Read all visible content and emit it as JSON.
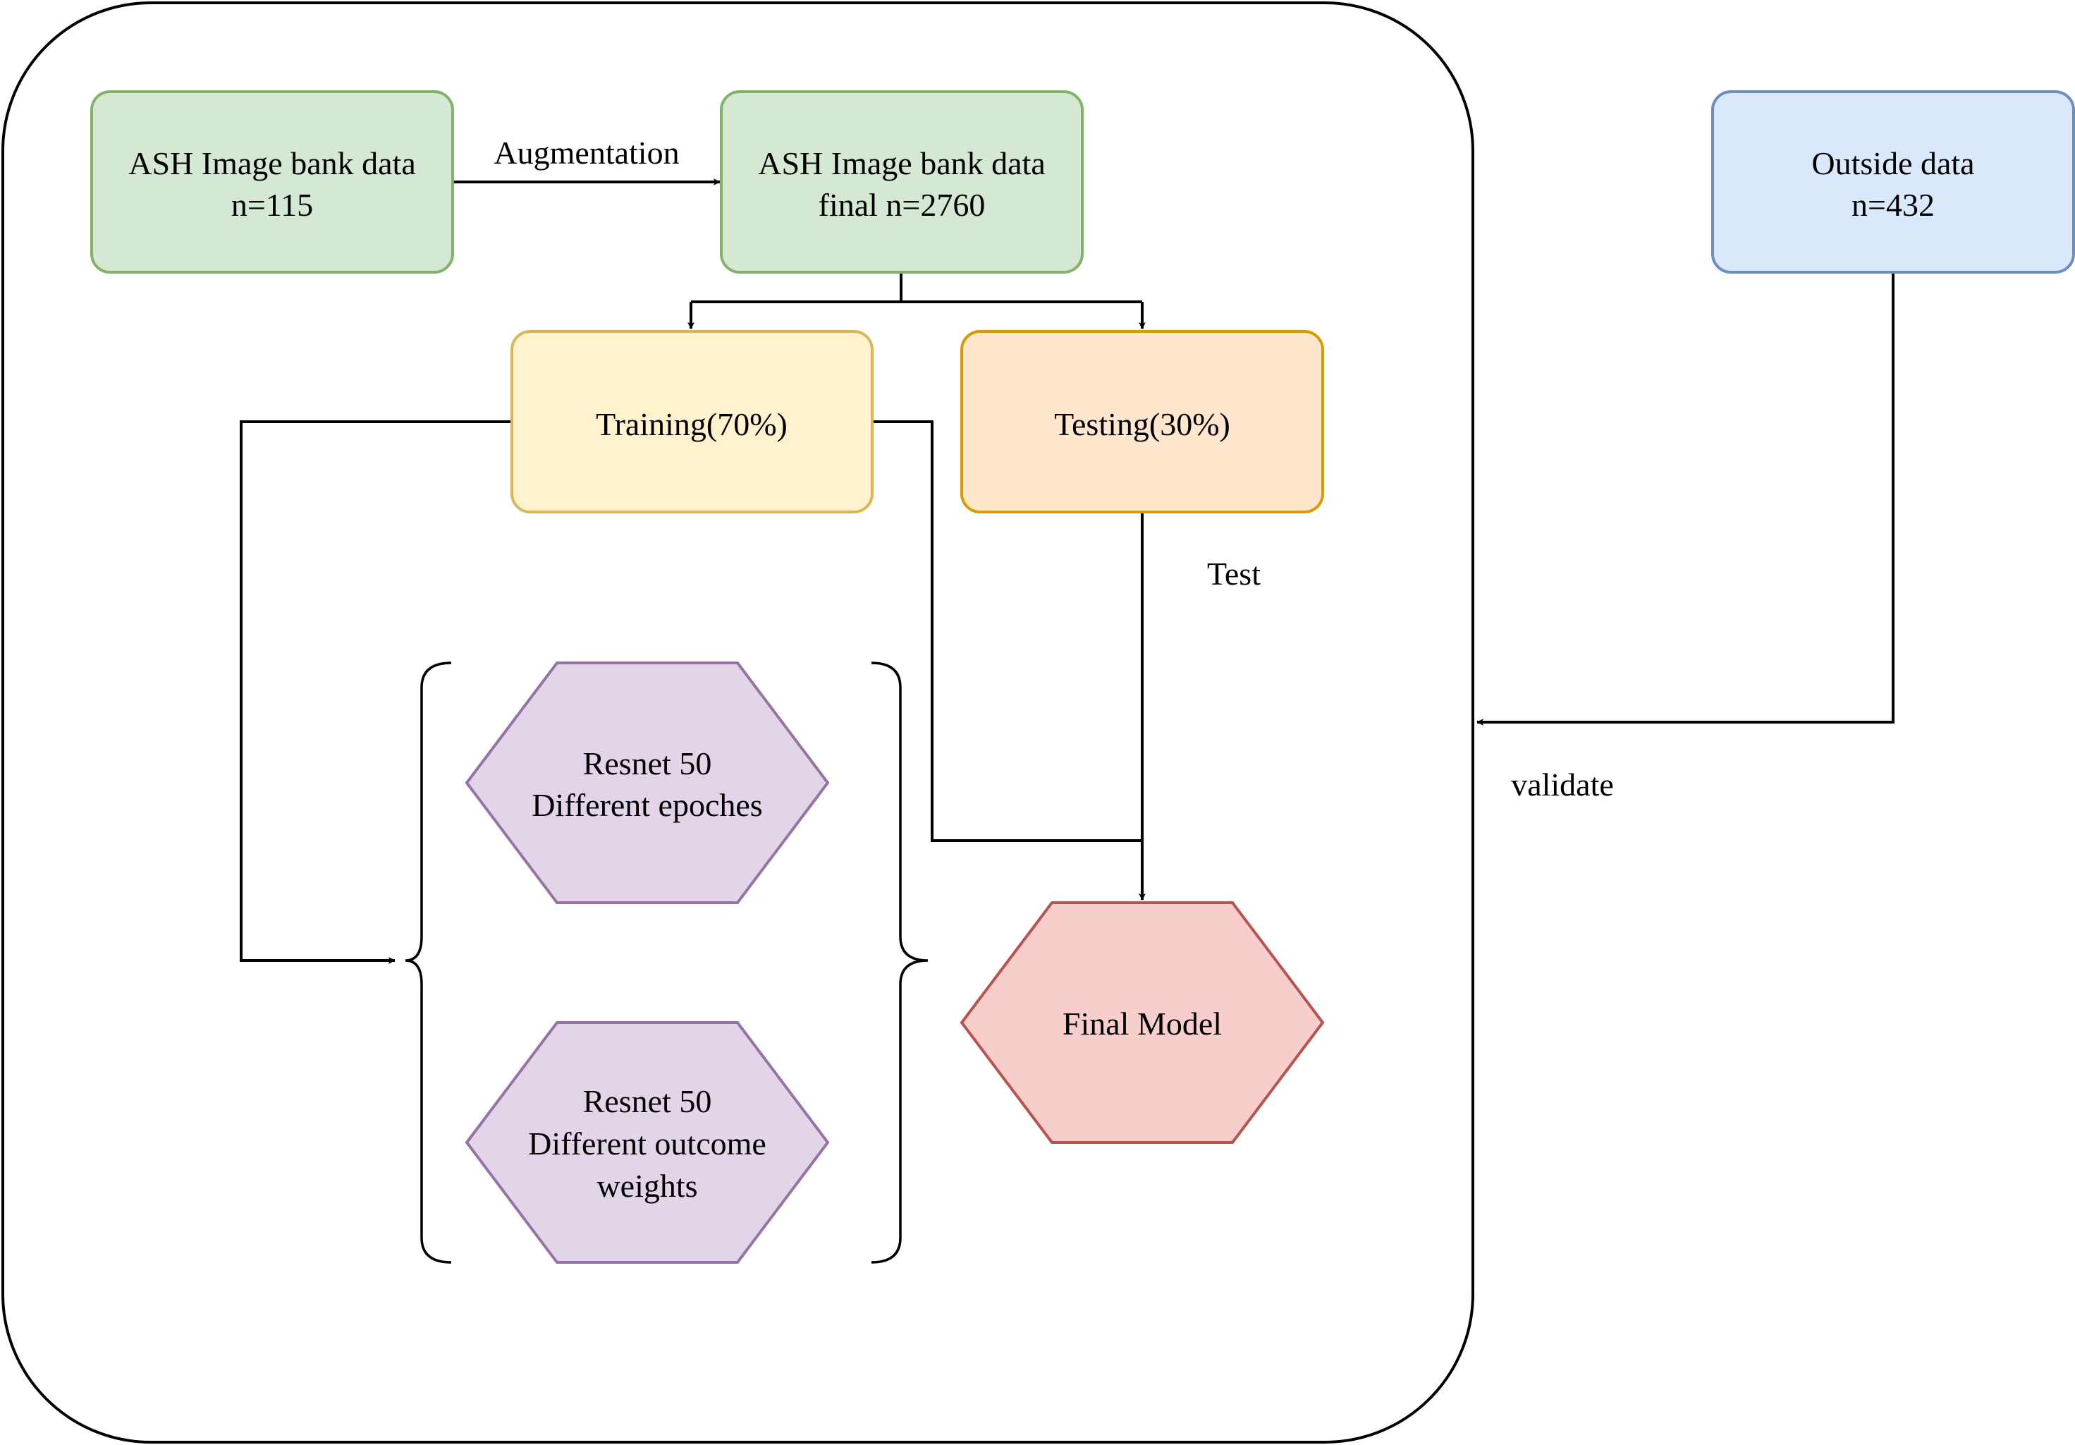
{
  "container": {
    "name": "main-workflow-frame"
  },
  "nodes": {
    "ash_raw": {
      "line1": "ASH Image bank data",
      "line2": "n=115",
      "fill": "#d5e8d4",
      "stroke": "#82b366"
    },
    "ash_final": {
      "line1": "ASH Image bank data",
      "line2": "final n=2760",
      "fill": "#d5e8d4",
      "stroke": "#82b366"
    },
    "outside": {
      "line1": "Outside data",
      "line2": "n=432",
      "fill": "#dae8fc",
      "stroke": "#6c8ebf"
    },
    "training": {
      "label": "Training(70%)",
      "fill": "#fff2cc",
      "stroke": "#d6b656"
    },
    "testing": {
      "label": "Testing(30%)",
      "fill": "#ffe6cc",
      "stroke": "#d79b00"
    },
    "resnet_epochs": {
      "line1": "Resnet 50",
      "line2": "Different epoches",
      "fill": "#e1d5e7",
      "stroke": "#9673a6"
    },
    "resnet_weights": {
      "line1": "Resnet 50",
      "line2": "Different outcome",
      "line3": "weights",
      "fill": "#e1d5e7",
      "stroke": "#9673a6"
    },
    "final_model": {
      "label": "Final Model",
      "fill": "#f8cecc",
      "stroke": "#b85450"
    }
  },
  "edge_labels": {
    "augmentation": "Augmentation",
    "test": "Test",
    "validate": "validate"
  }
}
